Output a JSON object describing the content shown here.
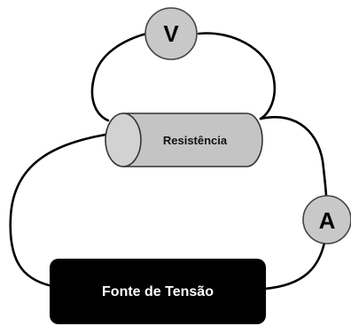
{
  "voltmeter": {
    "label": "V"
  },
  "ammeter": {
    "label": "A"
  },
  "resistor": {
    "label": "Resistência"
  },
  "source": {
    "label": "Fonte de Tensão"
  },
  "colors": {
    "wire": "#000000",
    "meter_fill": "#c8c8c8",
    "resistor_fill": "#c4c4c4",
    "source_fill": "#000000",
    "source_text": "#ffffff"
  }
}
